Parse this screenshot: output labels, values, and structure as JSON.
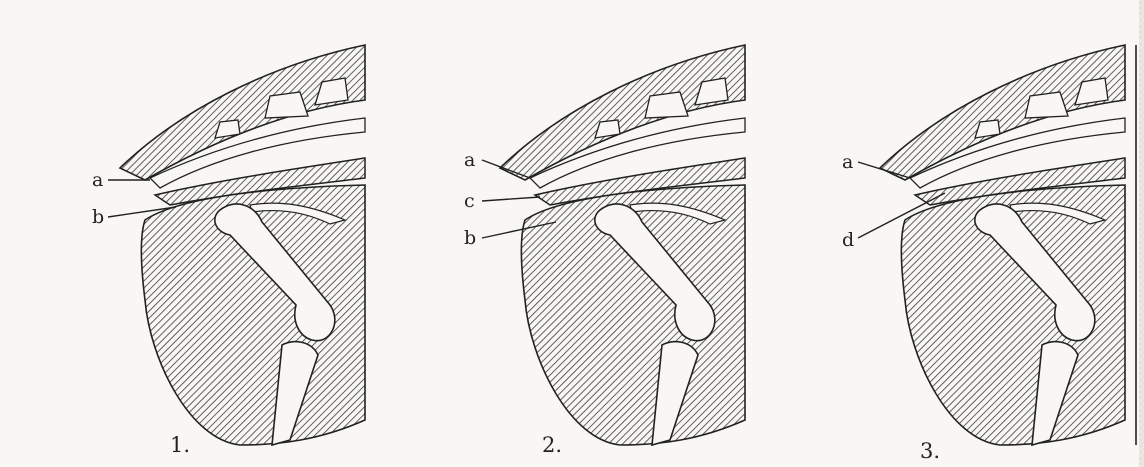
{
  "panels": [
    {
      "number": "1.",
      "labels": [
        "a",
        "b"
      ]
    },
    {
      "number": "2.",
      "labels": [
        "a",
        "c",
        "b"
      ]
    },
    {
      "number": "3.",
      "labels": [
        "a",
        "d"
      ]
    }
  ],
  "colors": {
    "background": "#eae7e3",
    "paper": "#f8f7f3",
    "ink": "#222222",
    "hatch": "#3a3a3a"
  }
}
